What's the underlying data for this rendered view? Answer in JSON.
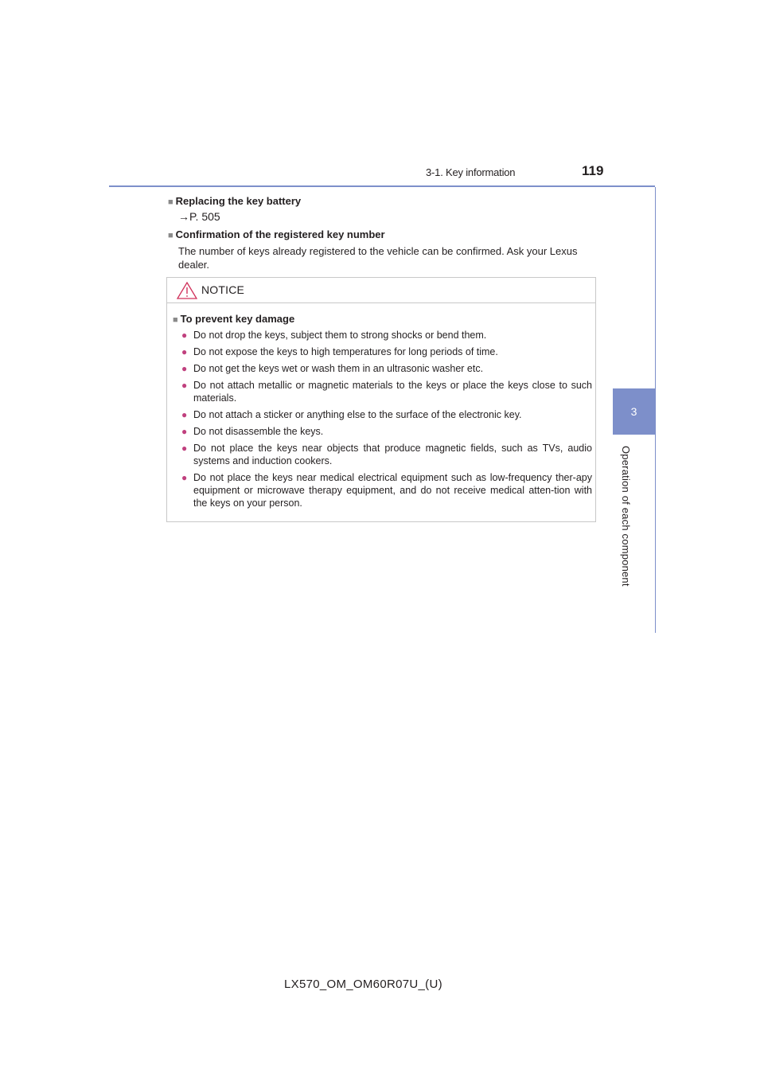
{
  "header": {
    "section": "3-1. Key information",
    "page_number": "119"
  },
  "chapter_tab": {
    "number": "3",
    "title": "Operation of each component",
    "color": "#7d8fca"
  },
  "sections": [
    {
      "heading": "Replacing the key battery",
      "reference": "→P. 505"
    },
    {
      "heading": "Confirmation of the registered key number",
      "text": "The number of keys already registered to the vehicle can be confirmed. Ask your Lexus dealer."
    }
  ],
  "notice": {
    "title": "NOTICE",
    "icon": "warning-triangle-icon",
    "subheading": "To prevent key damage",
    "items": [
      "Do not drop the keys, subject them to strong shocks or bend them.",
      "Do not expose the keys to high temperatures for long periods of time.",
      "Do not get the keys wet or wash them in an ultrasonic washer etc.",
      "Do not attach metallic or magnetic materials to the keys or place the keys close to such materials.",
      "Do not attach a sticker or anything else to the surface of the electronic key.",
      "Do not disassemble the keys.",
      "Do not place the keys near objects that produce magnetic fields, such as TVs, audio systems and induction cookers.",
      "Do not place the keys near medical electrical equipment such as low-frequency ther-apy equipment or microwave therapy equipment, and do not receive medical atten-tion with the keys on your person."
    ],
    "bullet_color": "#c0407e"
  },
  "footer": {
    "doc_id": "LX570_OM_OM60R07U_(U)"
  },
  "symbols": {
    "square": "■",
    "bullet": "●"
  }
}
